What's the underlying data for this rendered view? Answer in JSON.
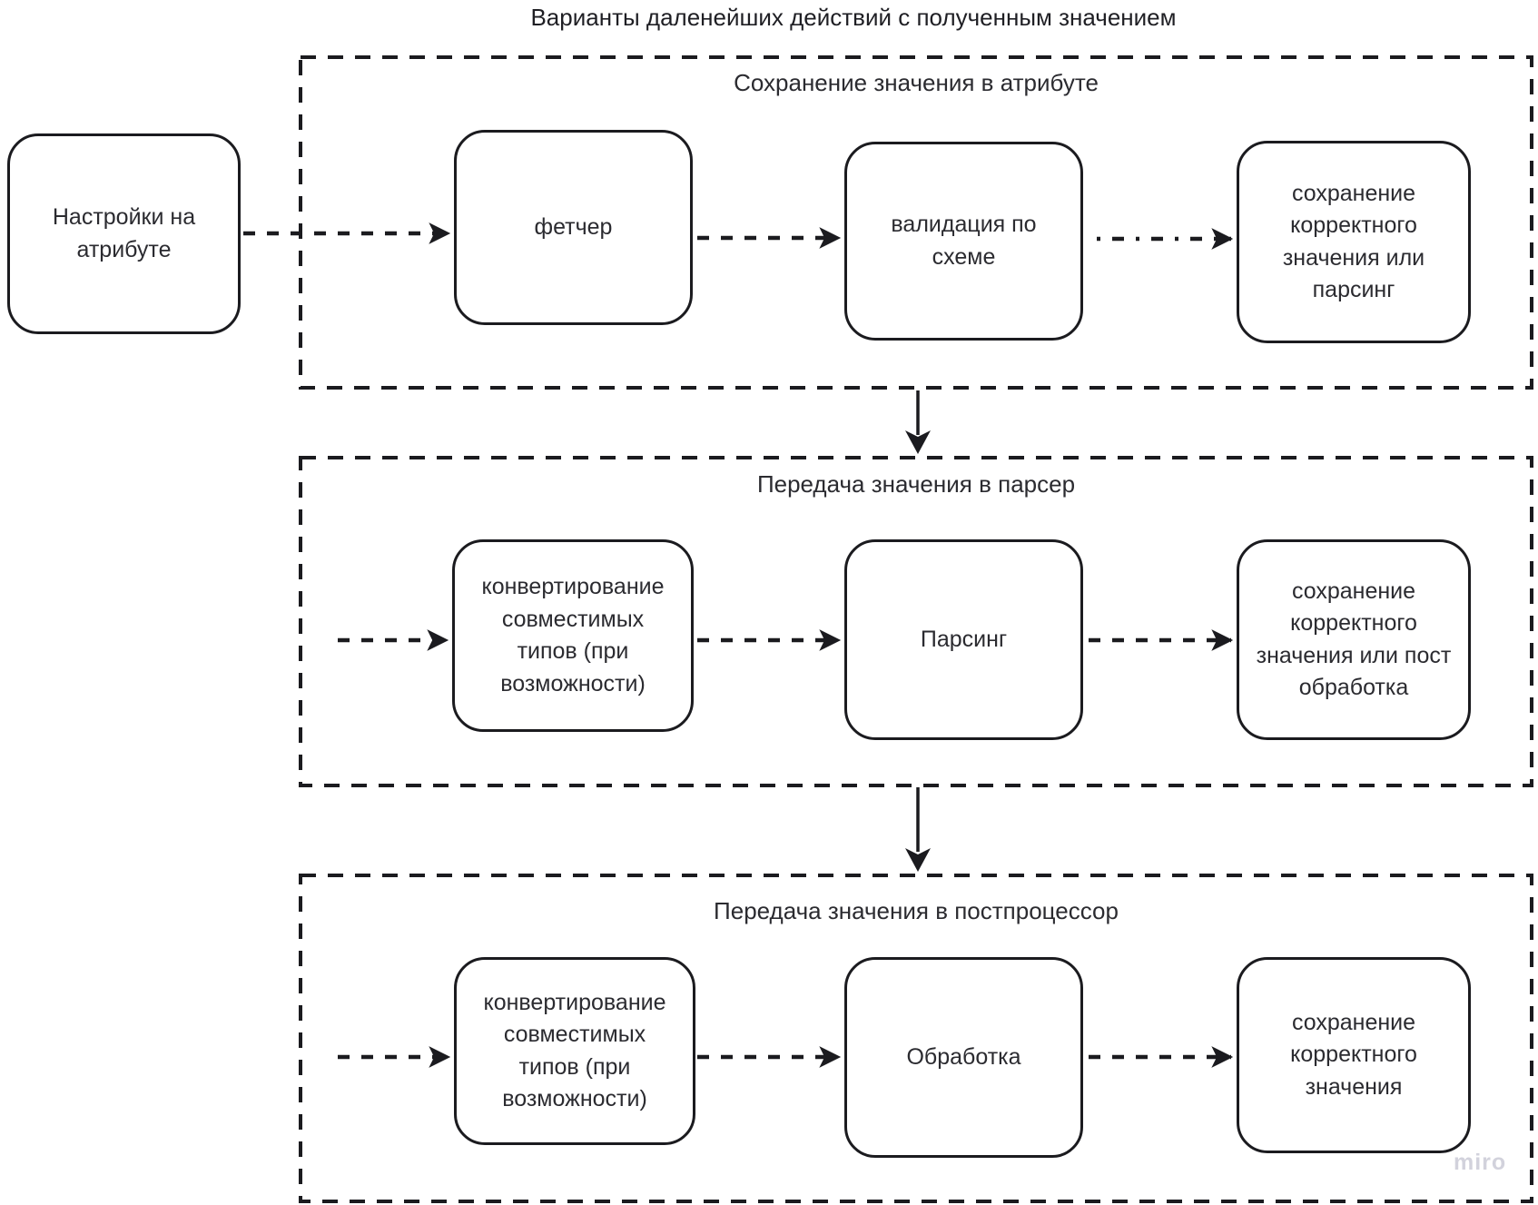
{
  "title": "Варианты даленейших действий с полученным значением",
  "standalone_box": {
    "label": "Настройки на атрибуте"
  },
  "groups": [
    {
      "header": "Сохранение значения в атрибуте",
      "boxes": [
        "фетчер",
        "валидация по схеме",
        "сохранение корректного значения или парсинг"
      ]
    },
    {
      "header": "Передача значения в парсер",
      "boxes": [
        "конвертирование совместимых типов (при возможности)",
        "Парсинг",
        "сохранение корректного значения или пост обработка"
      ]
    },
    {
      "header": "Передача значения в постпроцессор",
      "boxes": [
        "конвертирование совместимых типов (при возможности)",
        "Обработка",
        "сохранение корректного значения"
      ]
    }
  ],
  "colors": {
    "stroke": "#1b1b1f",
    "text": "#2b2b30",
    "watermark": "#d2d2dc",
    "background": "#ffffff"
  },
  "watermark": "miro"
}
